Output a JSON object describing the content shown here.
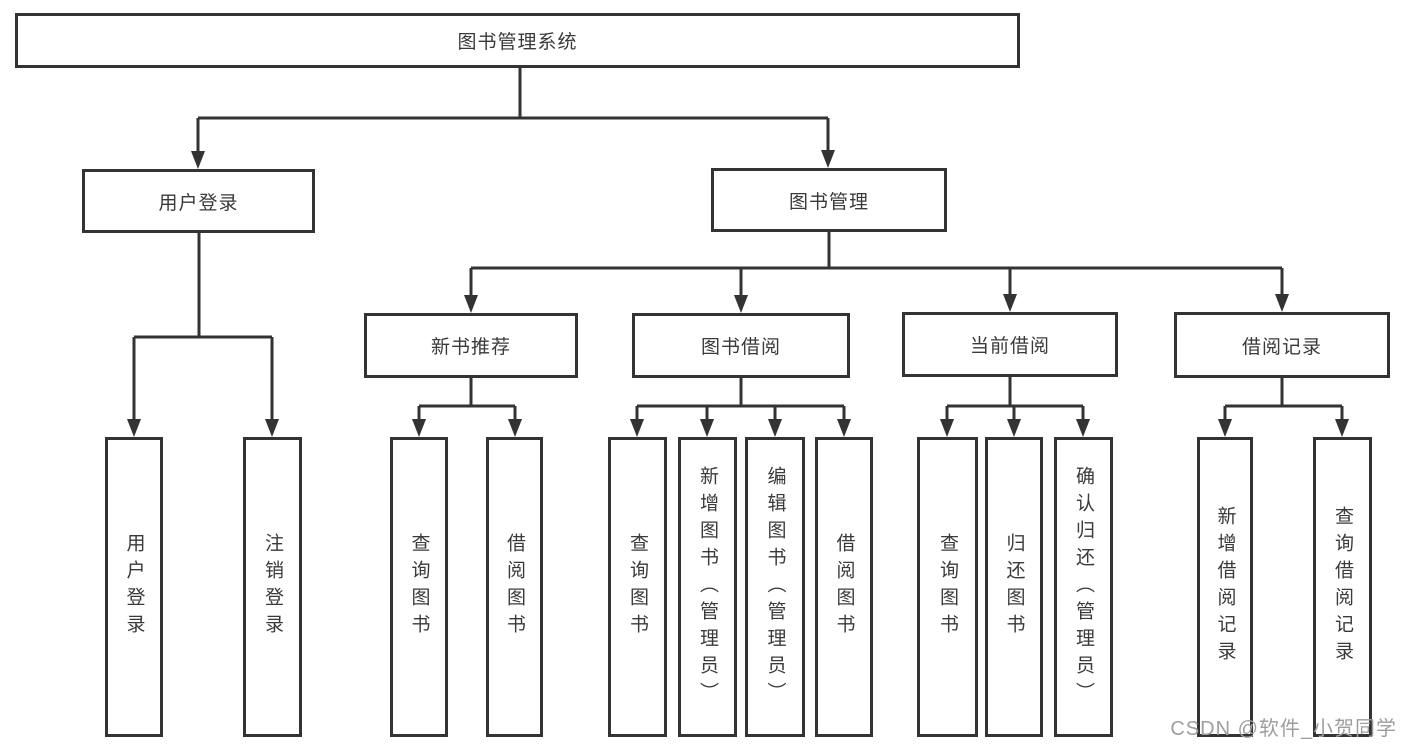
{
  "diagram": {
    "tree": {
      "label": "图书管理系统",
      "children": [
        {
          "label": "用户登录",
          "children": [
            {
              "label": "用户登录"
            },
            {
              "label": "注销登录"
            }
          ]
        },
        {
          "label": "图书管理",
          "children": [
            {
              "label": "新书推荐",
              "children": [
                {
                  "label": "查询图书"
                },
                {
                  "label": "借阅图书"
                }
              ]
            },
            {
              "label": "图书借阅",
              "children": [
                {
                  "label": "查询图书"
                },
                {
                  "label": "新增图书（管理员）"
                },
                {
                  "label": "编辑图书（管理员）"
                },
                {
                  "label": "借阅图书"
                }
              ]
            },
            {
              "label": "当前借阅",
              "children": [
                {
                  "label": "查询图书"
                },
                {
                  "label": "归还图书"
                },
                {
                  "label": "确认归还（管理员）"
                }
              ]
            },
            {
              "label": "借阅记录",
              "children": [
                {
                  "label": "新增借阅记录"
                },
                {
                  "label": "查询借阅记录"
                }
              ]
            }
          ]
        }
      ]
    },
    "watermark": {
      "text": "CSDN @软件_小贺同学"
    },
    "colors": {
      "line": "#333333",
      "box_border": "#333333",
      "box_fill": "#ffffff",
      "text": "#3a3a3a",
      "watermark": "#9e9e9e",
      "background": "#ffffff"
    }
  }
}
